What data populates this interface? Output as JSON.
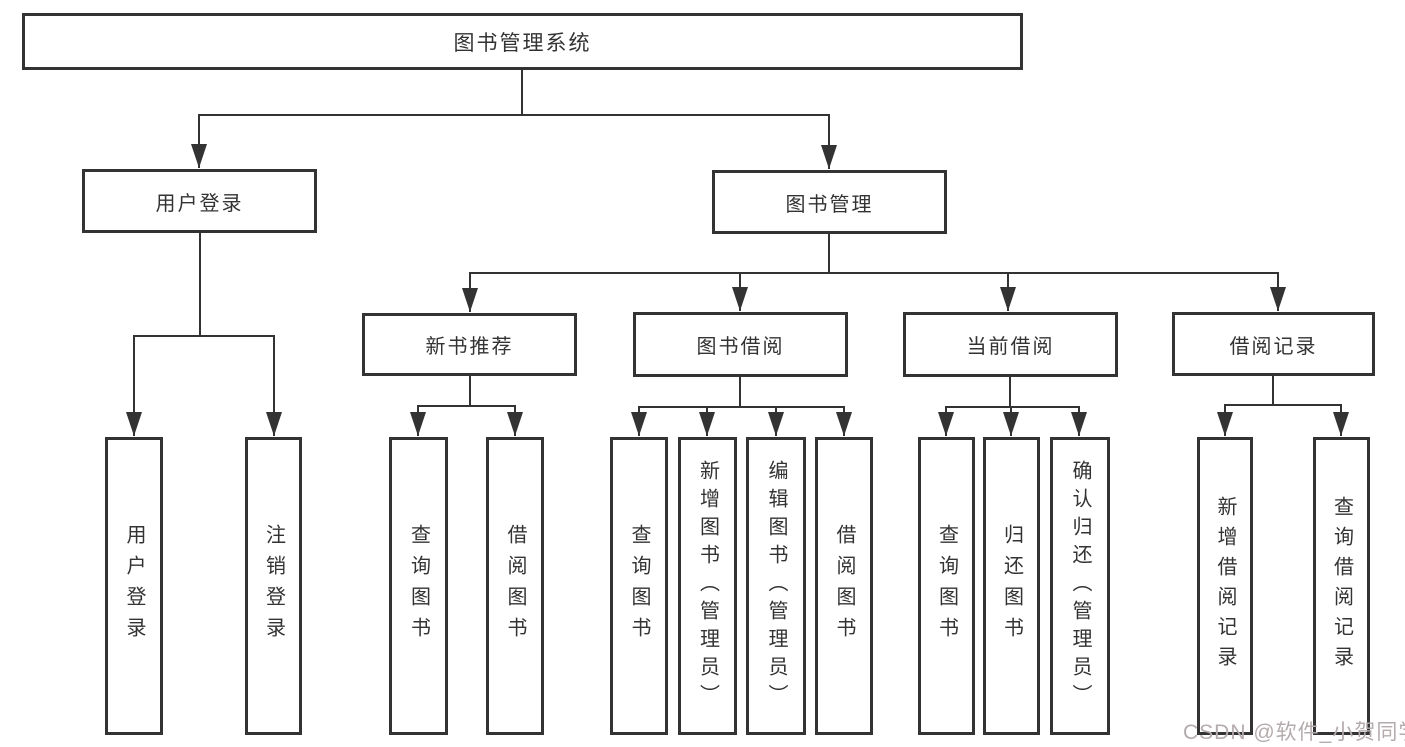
{
  "diagram": {
    "title": "图书管理系统",
    "branches": {
      "user_login": {
        "label": "用户登录",
        "children": {
          "login": "用户登录",
          "logout": "注销登录"
        }
      },
      "book_management": {
        "label": "图书管理",
        "sections": {
          "new_book_recommend": {
            "label": "新书推荐",
            "children": {
              "query_books": "查询图书",
              "borrow_books": "借阅图书"
            }
          },
          "book_borrowing": {
            "label": "图书借阅",
            "children": {
              "query_books": "查询图书",
              "add_books": "新增图书（管理员）",
              "edit_books": "编辑图书（管理员）",
              "borrow_books": "借阅图书"
            }
          },
          "current_borrowing": {
            "label": "当前借阅",
            "children": {
              "query_books": "查询图书",
              "return_books": "归还图书",
              "confirm_return": "确认归还（管理员）"
            }
          },
          "borrowing_records": {
            "label": "借阅记录",
            "children": {
              "add_record": "新增借阅记录",
              "query_record": "查询借阅记录"
            }
          }
        }
      }
    }
  },
  "watermark": "CSDN @软件_小贺同学",
  "colors": {
    "line": "#333333",
    "text": "#333333",
    "node_background": "#ffffff",
    "page_background": "#ffffff",
    "watermark": "#b4abac"
  }
}
